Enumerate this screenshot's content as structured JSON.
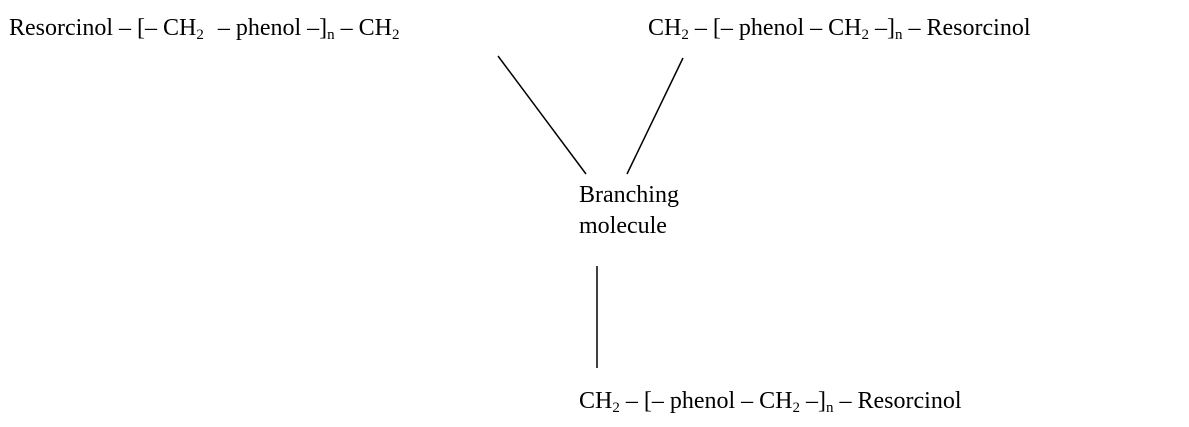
{
  "branches": {
    "left": {
      "start_group": "Resorcinol",
      "dash": "–",
      "open_bracket": "[",
      "ch": "CH",
      "sub2": "2",
      "repeat_unit": "phenol",
      "close_bracket": "]",
      "sub_n": "n",
      "end_ch": "CH",
      "end_sub2": "2"
    },
    "right": {
      "start_ch": "CH",
      "start_sub2": "2",
      "dash": "–",
      "open_bracket": "[",
      "repeat_unit": "phenol",
      "ch": "CH",
      "sub2": "2",
      "close_bracket": "]",
      "sub_n": "n",
      "end_group": "Resorcinol"
    },
    "bottom": {
      "start_ch": "CH",
      "start_sub2": "2",
      "dash": "–",
      "open_bracket": "[",
      "repeat_unit": "phenol",
      "ch": "CH",
      "sub2": "2",
      "close_bracket": "]",
      "sub_n": "n",
      "end_group": "Resorcinol"
    }
  },
  "center": {
    "line1": "Branching",
    "line2": "molecule"
  },
  "colors": {
    "text": "#000000",
    "lines": "#000000",
    "background": "#ffffff"
  }
}
